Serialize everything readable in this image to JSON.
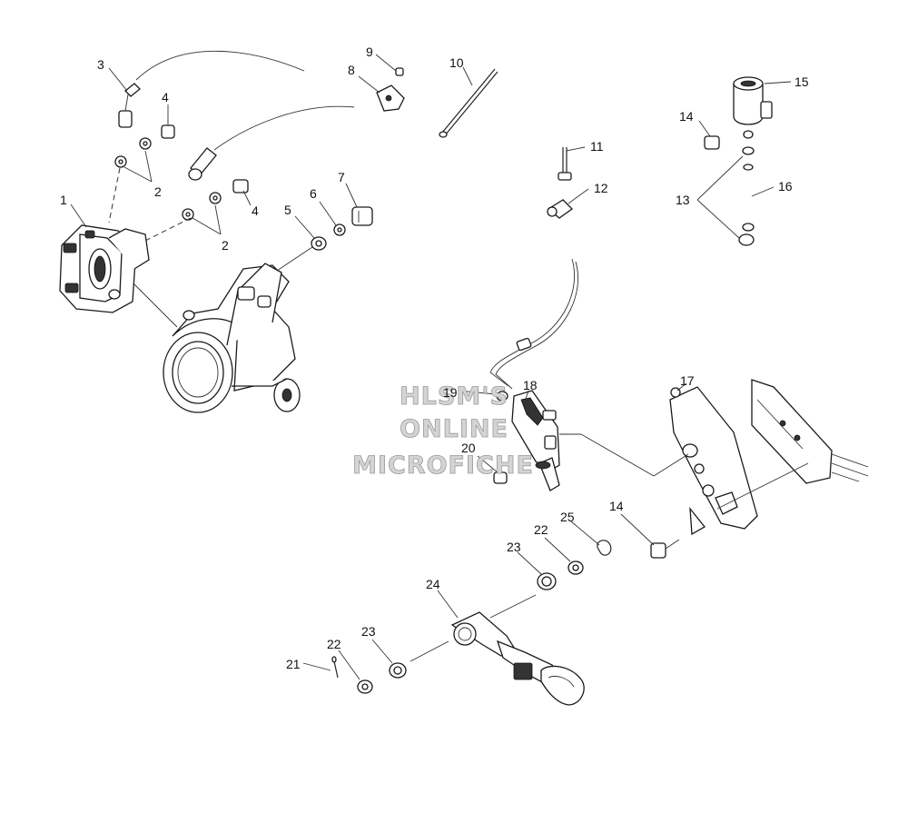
{
  "watermark": {
    "line1": "HLSM'S",
    "line2": "ONLINE",
    "line3": "MICROFICHE"
  },
  "callouts": {
    "c1": "1",
    "c2a": "2",
    "c2b": "2",
    "c3": "3",
    "c4a": "4",
    "c4b": "4",
    "c5": "5",
    "c6": "6",
    "c7": "7",
    "c8": "8",
    "c9": "9",
    "c10": "10",
    "c11": "11",
    "c12": "12",
    "c13": "13",
    "c14a": "14",
    "c14b": "14",
    "c15": "15",
    "c16": "16",
    "c17": "17",
    "c18": "18",
    "c19": "19",
    "c20": "20",
    "c21": "21",
    "c22a": "22",
    "c22b": "22",
    "c23a": "23",
    "c23b": "23",
    "c24": "24",
    "c25": "25"
  }
}
